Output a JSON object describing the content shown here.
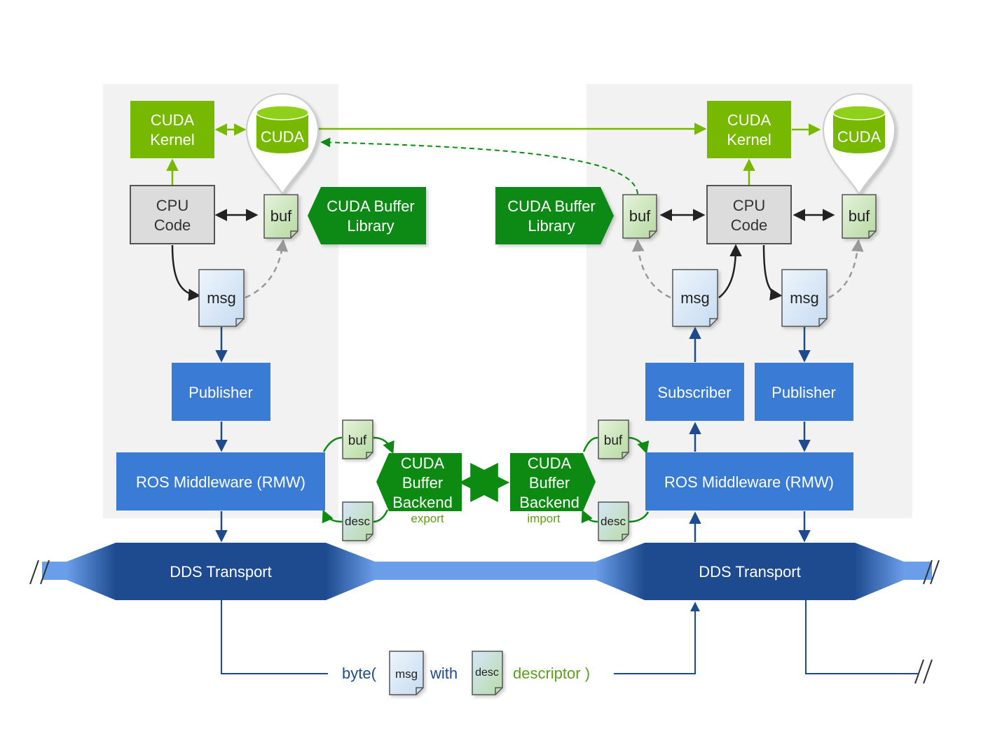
{
  "colors": {
    "green_light": "#76b900",
    "green_dark": "#0d8a12",
    "blue": "#3a7bd5",
    "blue_dark": "#1e4b8f",
    "blue_light": "#6a9ee8",
    "gray_panel": "#f2f2f2",
    "doc_blue": "#dce9f7",
    "doc_green": "#cfe7c2"
  },
  "left": {
    "cuda_kernel": [
      "CUDA",
      "Kernel"
    ],
    "cuda_memory": "CUDA",
    "cpu_code": [
      "CPU",
      "Code"
    ],
    "buf": "buf",
    "msg": "msg",
    "publisher": "Publisher",
    "rmw": "ROS Middleware (RMW)",
    "buffer_library": [
      "CUDA Buffer",
      "Library"
    ],
    "backend": [
      "CUDA",
      "Buffer",
      "Backend"
    ],
    "backend_sub": "export",
    "buf_small": "buf",
    "desc_small": "desc"
  },
  "right": {
    "cuda_kernel": [
      "CUDA",
      "Kernel"
    ],
    "cuda_memory": "CUDA",
    "cpu_code": [
      "CPU",
      "Code"
    ],
    "buf_left": "buf",
    "buf_right": "buf",
    "msg_left": "msg",
    "msg_right": "msg",
    "subscriber": "Subscriber",
    "publisher": "Publisher",
    "rmw": "ROS Middleware (RMW)",
    "buffer_library": [
      "CUDA Buffer",
      "Library"
    ],
    "backend": [
      "CUDA",
      "Buffer",
      "Backend"
    ],
    "backend_sub": "import",
    "buf_small": "buf",
    "desc_small": "desc"
  },
  "transport": {
    "left": "DDS Transport",
    "right": "DDS Transport"
  },
  "legend": {
    "prefix": "byte(",
    "msg": "msg",
    "with": "with",
    "desc": "desc",
    "suffix": "descriptor )"
  }
}
